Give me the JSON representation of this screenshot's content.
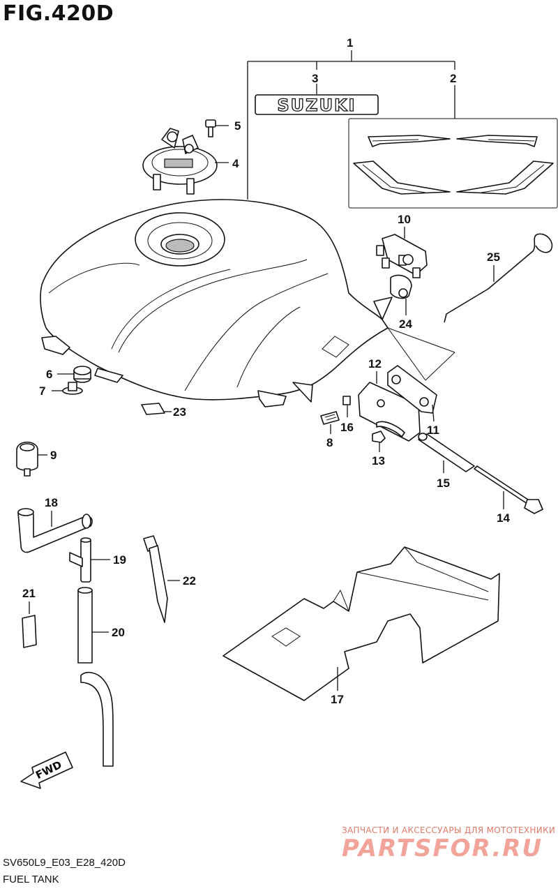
{
  "figure": {
    "title": "FIG.420D",
    "code": "SV650L9_E03_E28_420D",
    "name": "FUEL TANK"
  },
  "emblem_text": "SUZUKI",
  "fwd_label": "FWD",
  "callouts": [
    "1",
    "2",
    "3",
    "4",
    "5",
    "6",
    "7",
    "8",
    "9",
    "10",
    "11",
    "12",
    "13",
    "14",
    "15",
    "16",
    "17",
    "18",
    "19",
    "20",
    "21",
    "22",
    "23",
    "24",
    "25"
  ],
  "watermark": {
    "tagline": "ЗАПЧАСТИ И АКСЕССУАРЫ ДЛЯ МОТОТЕХНИКИ",
    "brand": "PARTSFOR.RU"
  }
}
